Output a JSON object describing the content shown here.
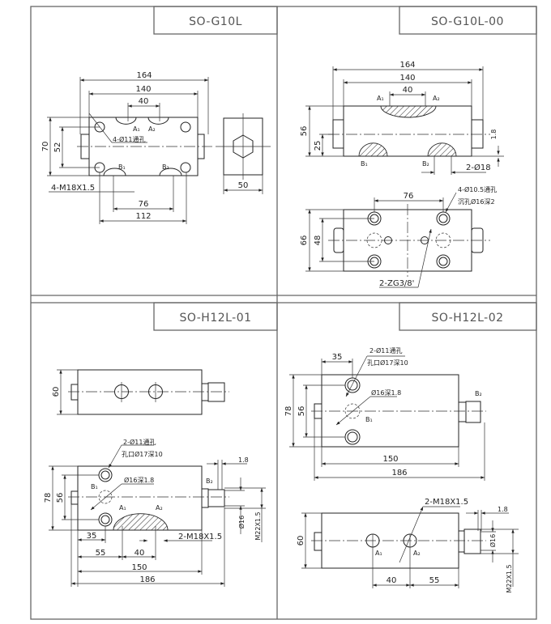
{
  "panels": [
    {
      "title": "SO-G10L",
      "dims": {
        "overall_length": "164",
        "body_length": "140",
        "port_spacing": "40",
        "height": "70",
        "hole_spacing_v": "52",
        "port_spacing_b": "76",
        "hole_spacing_h": "112",
        "width": "50"
      },
      "ports": {
        "a1": "A₁",
        "a2": "A₂",
        "b1": "B₁",
        "b2": "B₂"
      },
      "notes": {
        "holes": "4-Ø11通孔",
        "threads": "4-M18X1.5"
      }
    },
    {
      "title": "SO-G10L-00",
      "dims": {
        "overall_length": "164",
        "body_length": "140",
        "port_spacing": "40",
        "height": "56",
        "center_height": "25",
        "gap": "1.8",
        "port_dia": "2-Ø18",
        "hole_spacing_h": "76",
        "width": "66",
        "hole_spacing_v": "48"
      },
      "ports": {
        "a1": "A₁",
        "a2": "A₂",
        "b1": "B₁",
        "b2": "B₂"
      },
      "notes": {
        "holes": "4-Ø10.5通孔",
        "counterbore": "沉孔Ø16深2",
        "gauge_ports": "2-ZG3/8'"
      }
    },
    {
      "title": "SO-H12L-01",
      "dims": {
        "width": "60",
        "height": "78",
        "hole_spacing_v": "56",
        "hole_offset": "35",
        "port_offset": "55",
        "port_spacing": "40",
        "body_length": "150",
        "overall_length": "186",
        "gap": "1.8",
        "fitting_dia": "Ø16",
        "fitting_thread": "M22X1.5"
      },
      "ports": {
        "a1": "A₁",
        "a2": "A₂",
        "b1": "B₁",
        "b2": "B₂"
      },
      "notes": {
        "holes": "2-Ø11通孔",
        "counterbore": "孔口Ø17深10",
        "spot_face": "Ø16深1.8",
        "threads": "2-M18X1.5"
      }
    },
    {
      "title": "SO-H12L-02",
      "dims": {
        "hole_offset": "35",
        "height": "78",
        "hole_spacing_v": "56",
        "body_length": "150",
        "overall_length": "186",
        "width": "60",
        "port_spacing": "40",
        "port_offset": "55",
        "gap": "1.8",
        "fitting_dia": "Ø16",
        "fitting_thread": "M22X1.5"
      },
      "ports": {
        "a1": "A₁",
        "a2": "A₂",
        "b1": "B₁",
        "b2": "B₂"
      },
      "notes": {
        "holes": "2-Ø11通孔",
        "counterbore": "孔口Ø17深10",
        "spot_face": "Ø16深1.8",
        "threads": "2-M18X1.5"
      }
    }
  ]
}
